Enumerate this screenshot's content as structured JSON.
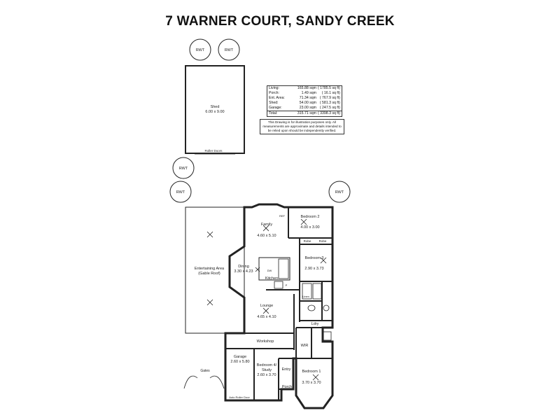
{
  "title": "7 WARNER COURT, SANDY CREEK",
  "areas": [
    {
      "label": "Living:",
      "sqm": "165.88 sqm",
      "sqft": "( 1785.5 sq ft)"
    },
    {
      "label": "Porch:",
      "sqm": "1.49 sqm",
      "sqft": "( 16.1 sq ft)"
    },
    {
      "label": "Ent. Area:",
      "sqm": "71.34 sqm",
      "sqft": "( 767.9 sq ft)"
    },
    {
      "label": "Shed:",
      "sqm": "54.00 sqm",
      "sqft": "( 581.3 sq ft)"
    },
    {
      "label": "Garage:",
      "sqm": "23.00 sqm",
      "sqft": "( 247.5 sq ft)"
    },
    {
      "label": "Total:",
      "sqm": "315.71 sqm",
      "sqft": "( 3398.3 sq ft)"
    }
  ],
  "disclaimer": "This Drawing is for illustration purposes only. All measurements are approximate and details intended to be relied upon should be independently verified.",
  "tanks": {
    "rwt": "RWT"
  },
  "shed": {
    "name": "Shed",
    "size": "6.00 x 9.00",
    "door": "Roller Doors"
  },
  "rooms": {
    "entertaining": {
      "name": "Entertaining Area",
      "sub": "(Gable Roof)"
    },
    "family": {
      "name": "Family",
      "size": "4.60 x 5.10"
    },
    "dining": {
      "name": "Dining",
      "size": "3.30 x 4.23"
    },
    "kitchen": {
      "name": "Kitchen"
    },
    "lounge": {
      "name": "Lounge",
      "size": "4.65 x 4.10"
    },
    "bedroom2": {
      "name": "Bedroom 2",
      "size": "4.00 x 3.00"
    },
    "bedroom3": {
      "name": "Bedroom 3",
      "size": "2.90 x 3.73"
    },
    "bedroom1": {
      "name": "Bedroom 1",
      "size": "3.70 x 3.70"
    },
    "bedroom4": {
      "name": "Bedroom 4/",
      "sub": "Study",
      "size": "2.60 x 3.70"
    },
    "garage": {
      "name": "Garage",
      "size": "2.60 x 5.80"
    },
    "workshop": {
      "name": "Workshop"
    },
    "entry": {
      "name": "Entry"
    },
    "porch": {
      "name": "Porch"
    },
    "wir": {
      "name": "WIR"
    },
    "ldry": {
      "name": "Ldry"
    },
    "linen": {
      "name": "Linen"
    },
    "robe1": {
      "name": "Robe"
    },
    "robe2": {
      "name": "Robe"
    },
    "ref": {
      "name": "REF"
    },
    "dw": {
      "name": "DW"
    },
    "p": {
      "name": "P"
    },
    "gates": {
      "name": "Gates"
    },
    "garage_door": {
      "name": "Auto Roller Door"
    }
  }
}
